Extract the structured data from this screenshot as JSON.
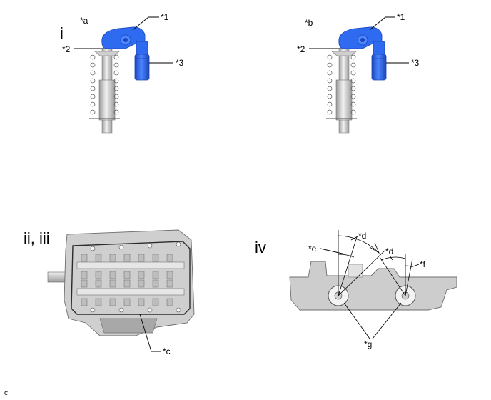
{
  "panels": {
    "i": {
      "step": "i",
      "view_a": {
        "tag": "*a",
        "c1": "*1",
        "c2": "*2",
        "c3": "*3"
      },
      "view_b": {
        "tag": "*b",
        "c1": "*1",
        "c2": "*2",
        "c3": "*3"
      }
    },
    "ii_iii": {
      "step": "ii, iii",
      "c": "*c"
    },
    "iv": {
      "step": "iv",
      "d1": "*d",
      "d2": "*d",
      "e": "*e",
      "f": "*f",
      "g": "*g"
    }
  },
  "footer_code": "c",
  "colors": {
    "part_blue": "#2F6BF0",
    "part_blue_dark": "#1C44B8",
    "metal": "#D9D9D9",
    "metal_dark": "#8C8C8C"
  }
}
